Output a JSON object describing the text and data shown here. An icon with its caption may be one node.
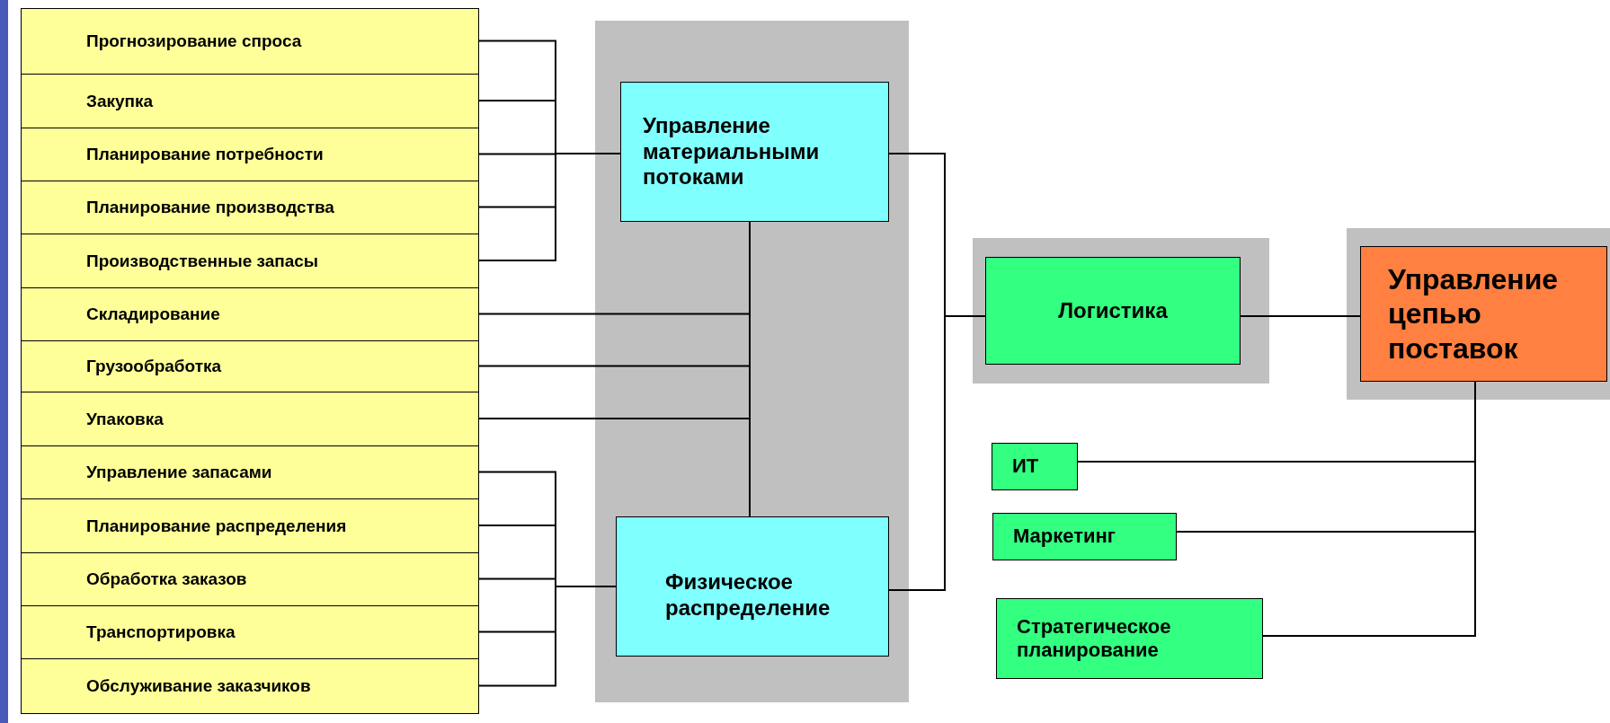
{
  "diagram": {
    "nodes": [
      {
        "text": [
          "Прогнозирование спроса"
        ]
      },
      {
        "text": [
          "Закупка"
        ]
      },
      {
        "text": [
          "Планирование потребности"
        ]
      },
      {
        "text": [
          "Планирование производства"
        ]
      },
      {
        "text": [
          "Производственные запасы"
        ]
      },
      {
        "text": [
          "Складирование"
        ]
      },
      {
        "text": [
          "Грузообработка"
        ]
      },
      {
        "text": [
          "Упаковка"
        ]
      },
      {
        "text": [
          "Управление запасами"
        ]
      },
      {
        "text": [
          "Планирование распределения"
        ]
      },
      {
        "text": [
          "Обработка заказов"
        ]
      },
      {
        "text": [
          "Транспортировка"
        ]
      },
      {
        "text": [
          "Обслуживание заказчиков"
        ]
      },
      {
        "text": [],
        "shape": "box"
      },
      {
        "text": [
          "Управление материальными потоками"
        ],
        "in": 13
      },
      {
        "text": [
          "Физическое распределение"
        ],
        "in": 13
      },
      {
        "text": [],
        "shape": "box"
      },
      {
        "text": [
          "Логистика"
        ],
        "in": 16
      },
      {
        "text": [],
        "shape": "box"
      },
      {
        "text": [
          "Управление цепью поставок"
        ],
        "in": 18
      },
      {
        "text": [
          "ИТ"
        ]
      },
      {
        "text": [
          "Маркетинг"
        ]
      },
      {
        "text": [
          "Стратегическое планирование"
        ]
      }
    ],
    "edges": [
      {
        "from": 0,
        "to": 14,
        "arrow": "none"
      },
      {
        "from": 1,
        "to": 14,
        "arrow": "none"
      },
      {
        "from": 2,
        "to": 14,
        "arrow": "none"
      },
      {
        "from": 3,
        "to": 14,
        "arrow": "none"
      },
      {
        "from": 4,
        "to": 14,
        "arrow": "none"
      },
      {
        "from": 5,
        "to": 14,
        "arrow": "none"
      },
      {
        "from": 6,
        "to": 14,
        "arrow": "none"
      },
      {
        "from": 7,
        "to": 14,
        "arrow": "none"
      },
      {
        "from": 5,
        "to": 15,
        "arrow": "none"
      },
      {
        "from": 6,
        "to": 15,
        "arrow": "none"
      },
      {
        "from": 7,
        "to": 15,
        "arrow": "none"
      },
      {
        "from": 14,
        "to": 15,
        "arrow": "none"
      },
      {
        "from": 8,
        "to": 15,
        "arrow": "none"
      },
      {
        "from": 9,
        "to": 15,
        "arrow": "none"
      },
      {
        "from": 10,
        "to": 15,
        "arrow": "none"
      },
      {
        "from": 11,
        "to": 15,
        "arrow": "none"
      },
      {
        "from": 12,
        "to": 15,
        "arrow": "none"
      },
      {
        "from": 14,
        "to": 17,
        "arrow": "none"
      },
      {
        "from": 15,
        "to": 17,
        "arrow": "none"
      },
      {
        "from": 17,
        "to": 19,
        "arrow": "none"
      },
      {
        "from": 19,
        "to": 20,
        "arrow": "none"
      },
      {
        "from": 19,
        "to": 21,
        "arrow": "none"
      },
      {
        "from": 19,
        "to": 22,
        "arrow": "none"
      }
    ]
  }
}
